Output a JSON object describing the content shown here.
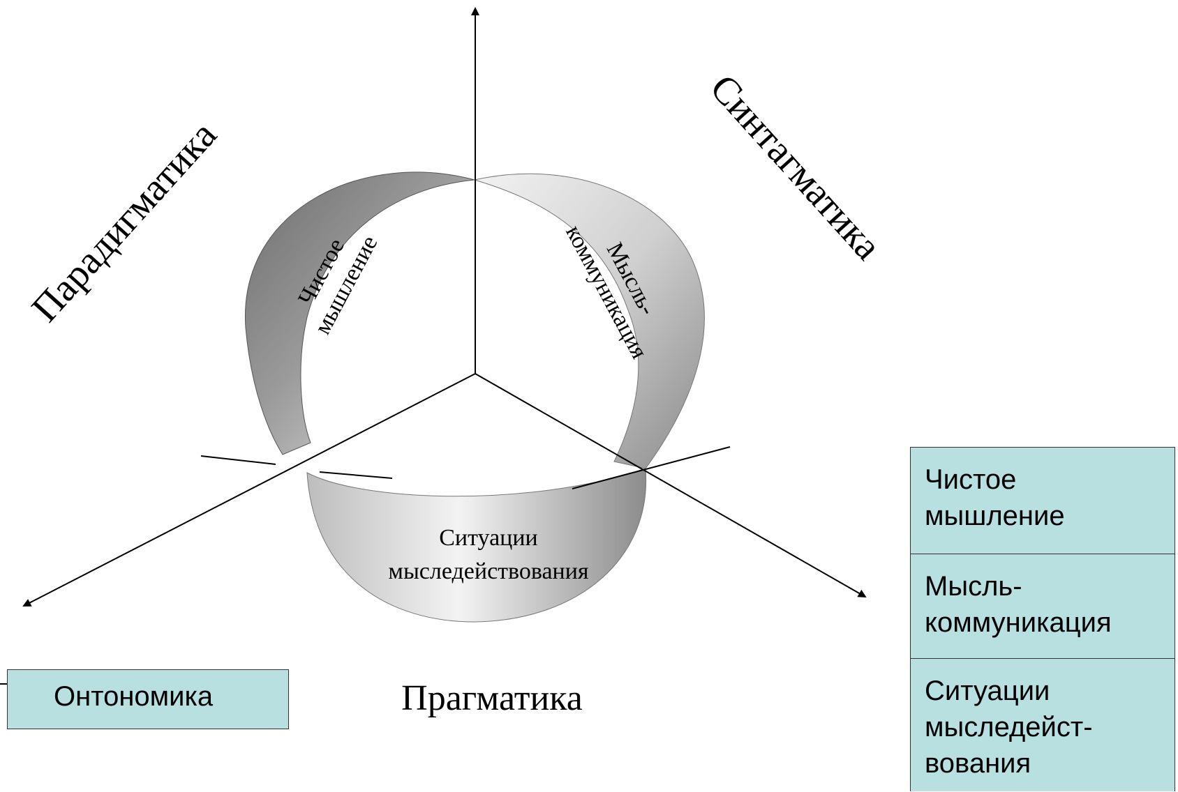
{
  "axes": {
    "paradigmatics": "Парадигматика",
    "syntagmatics": "Синтагматика",
    "pragmatics": "Прагматика"
  },
  "bands": {
    "pure_thinking": [
      "Чистое",
      "мышление"
    ],
    "thought_communication": [
      "Мысль-",
      "коммуникация"
    ],
    "situations": [
      "Ситуации",
      "мыследействования"
    ]
  },
  "ontonomika_box": {
    "label": "Онтономика"
  },
  "legend_table": {
    "rows": [
      [
        "Чистое",
        "мышление"
      ],
      [
        "Мысль-",
        "коммуникация"
      ],
      [
        "Ситуации",
        "мыследейст-",
        "вования"
      ]
    ]
  },
  "colors": {
    "box_fill": "#b9e0e1",
    "band_dark": "#5a5a5a",
    "band_light": "#e4e4e4"
  }
}
